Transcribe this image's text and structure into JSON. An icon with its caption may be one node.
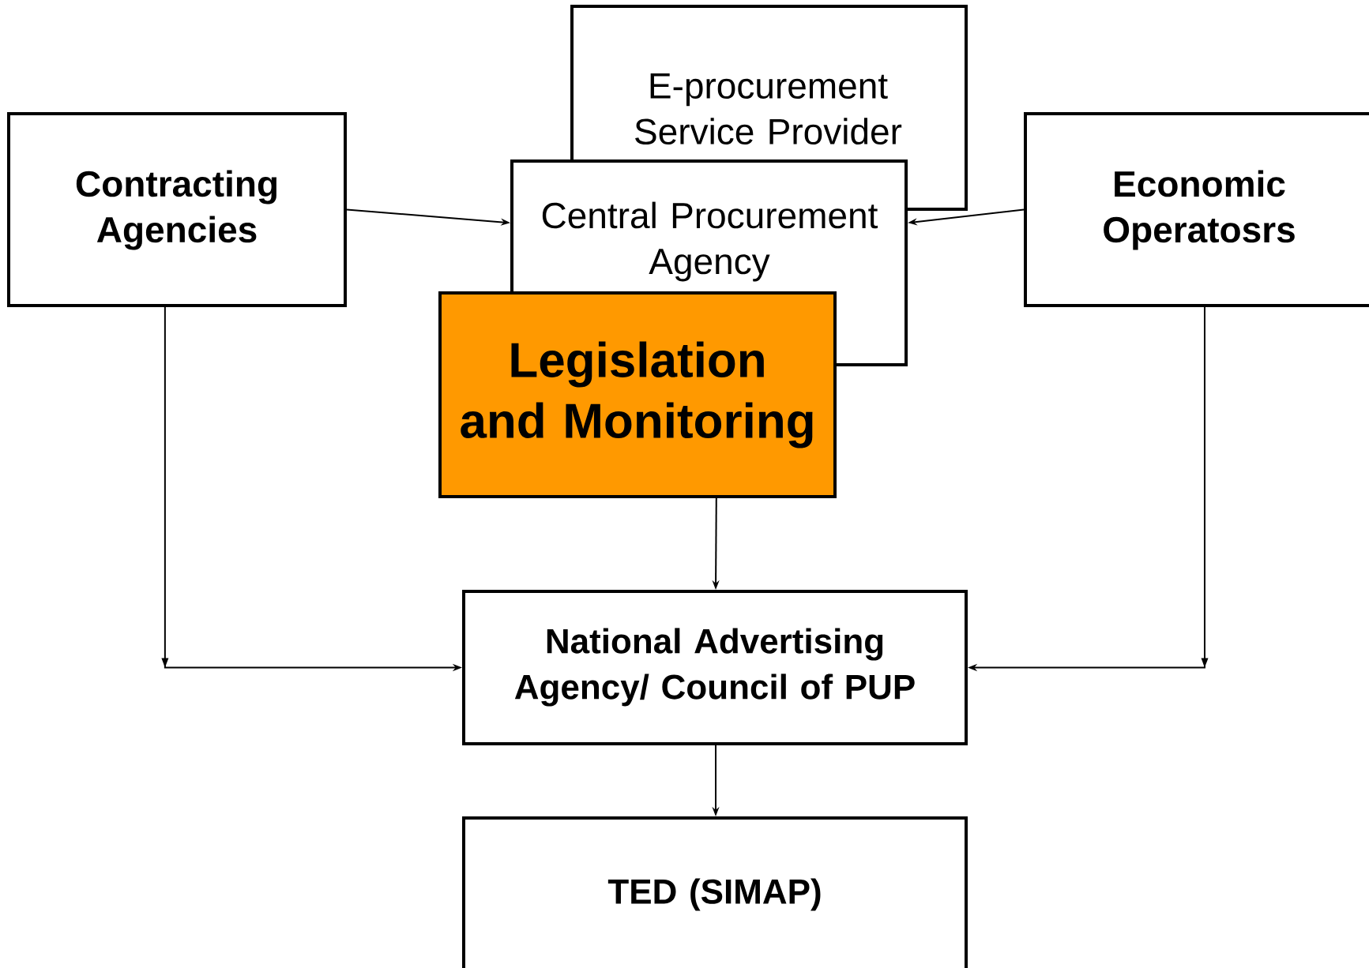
{
  "diagram": {
    "nodes": [
      {
        "text": [
          "E-procurement Service Provider"
        ]
      },
      {
        "text": [
          "Contracting Agencies"
        ]
      },
      {
        "text": [
          "Central Procurement Agency"
        ]
      },
      {
        "text": [
          "Economic Operatosrs"
        ]
      },
      {
        "text": [
          "Legislation and Monitoring"
        ]
      },
      {
        "text": [
          "National Advertising Agency/ Council of PUP"
        ]
      },
      {
        "text": [
          "TED (SIMAP)"
        ]
      }
    ],
    "edges": [
      {
        "from": 1,
        "to": 2,
        "arrow": "to"
      },
      {
        "from": 3,
        "to": 2,
        "arrow": "to"
      },
      {
        "from": 4,
        "to": 5,
        "arrow": "to"
      },
      {
        "from": 1,
        "to": 5,
        "arrow": "to"
      },
      {
        "from": 3,
        "to": 5,
        "arrow": "to"
      },
      {
        "from": 5,
        "to": 6,
        "arrow": "to"
      }
    ]
  }
}
